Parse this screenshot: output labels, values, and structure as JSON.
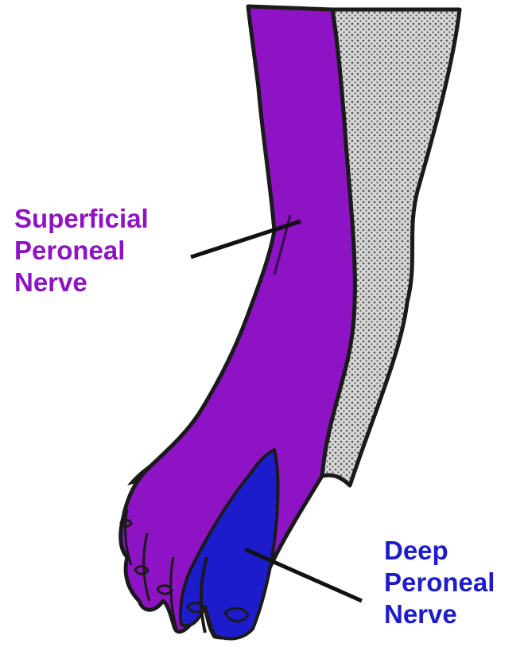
{
  "labels": {
    "superficial": {
      "lines": [
        "Superficial",
        "Peroneal",
        "Nerve"
      ]
    },
    "deep": {
      "lines": [
        "Deep",
        "Peroneal",
        "Nerve"
      ]
    }
  },
  "colors": {
    "superficial": "#8e13c4",
    "deep": "#1c1ccc",
    "other": "#c8c8c8",
    "outline": "#1a1a1a",
    "background": "#ffffff"
  },
  "regions": {
    "superficial": "Superficial Peroneal Nerve",
    "deep": "Deep Peroneal Nerve",
    "other": "dotted-grey"
  }
}
